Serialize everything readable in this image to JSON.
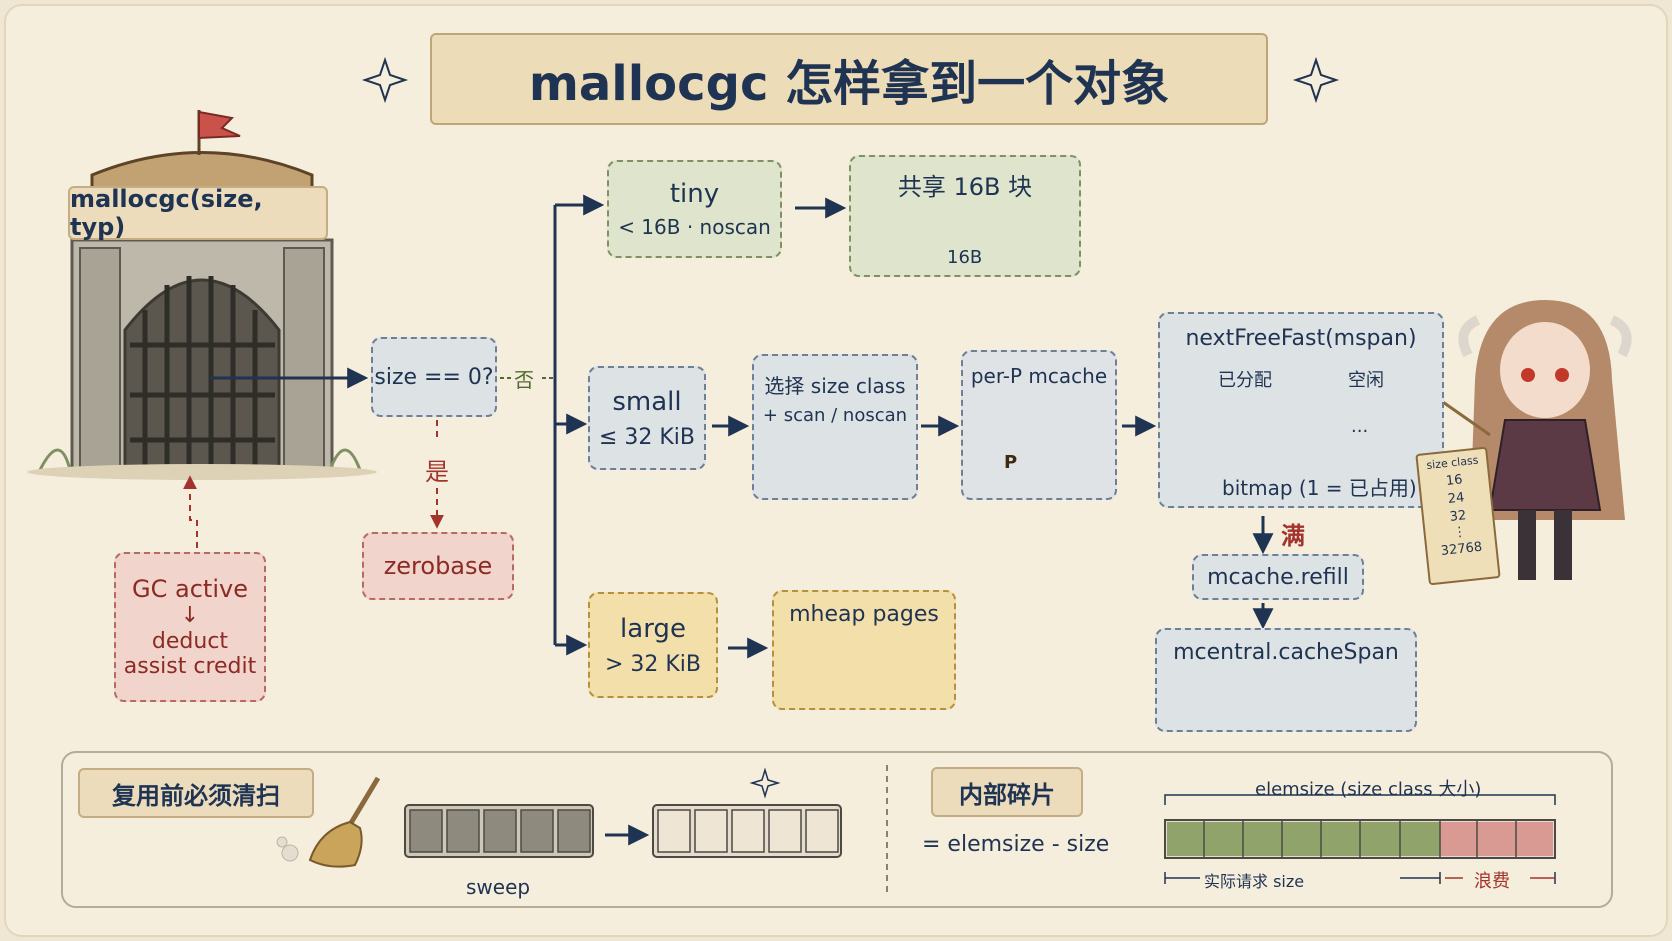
{
  "title": "mallocgc 怎样拿到一个对象",
  "gate": {
    "label": "mallocgc(size, typ)"
  },
  "check": {
    "label": "size == 0?",
    "no": "否",
    "yes": "是"
  },
  "zerobase": "zerobase",
  "gc": {
    "line1": "GC active",
    "line2": "deduct",
    "line3": "assist credit"
  },
  "tiny": {
    "title": "tiny",
    "sub": "< 16B · noscan",
    "shared": "共享 16B 块",
    "size": "16B"
  },
  "small": {
    "title": "small",
    "sub": "≤ 32 KiB"
  },
  "large": {
    "title": "large",
    "sub": "> 32 KiB"
  },
  "select": {
    "title": "选择 size class",
    "sub": "+ scan / noscan"
  },
  "mcache": {
    "title": "per-P mcache",
    "badge": "P"
  },
  "nextfree": {
    "title": "nextFreeFast(mspan)",
    "allocated": "已分配",
    "free": "空闲",
    "dots": "...",
    "bitmap": "bitmap (1 = 已占用)"
  },
  "full": "满",
  "refill": "mcache.refill",
  "central": "mcentral.cacheSpan",
  "mheap": "mheap pages",
  "sizeclass_board": {
    "title": "size class",
    "rows": [
      "16",
      "24",
      "32",
      "⋮",
      "32768"
    ]
  },
  "sweep": {
    "tag": "复用前必须清扫",
    "label": "sweep"
  },
  "frag": {
    "tag": "内部碎片",
    "formula": "= elemsize - size",
    "elemsize": "elemsize (size class 大小)",
    "actual": "实际请求 size",
    "waste": "浪费"
  },
  "colors": {
    "navy": "#1f3352",
    "green": "#8fa36a",
    "red": "#d89a92",
    "paper": "#f6eedc"
  }
}
